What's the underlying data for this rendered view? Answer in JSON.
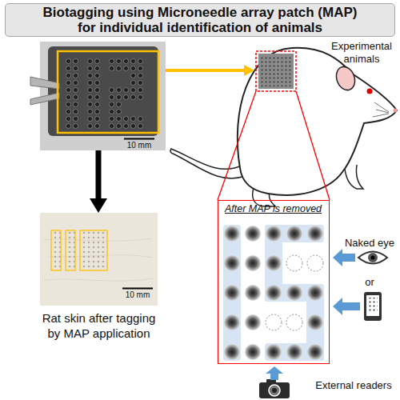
{
  "diagram": {
    "title": "Biotagging using Microneedle array patch (MAP) for individual identification of animals",
    "nodes": [
      {
        "text": [
          "10 mm"
        ]
      },
      {
        "text": [
          "Experimental animals"
        ]
      },
      {
        "text": [
          "10 mm",
          "Rat skin after tagging by MAP application"
        ]
      },
      {
        "text": [
          "After MAP is removed"
        ]
      }
    ],
    "edges": [
      {
        "from": 0,
        "to": 1,
        "arrow": "to"
      },
      {
        "from": 0,
        "to": 2,
        "arrow": "to"
      }
    ],
    "labels": [
      "Naked eye",
      "or",
      "External readers"
    ]
  }
}
